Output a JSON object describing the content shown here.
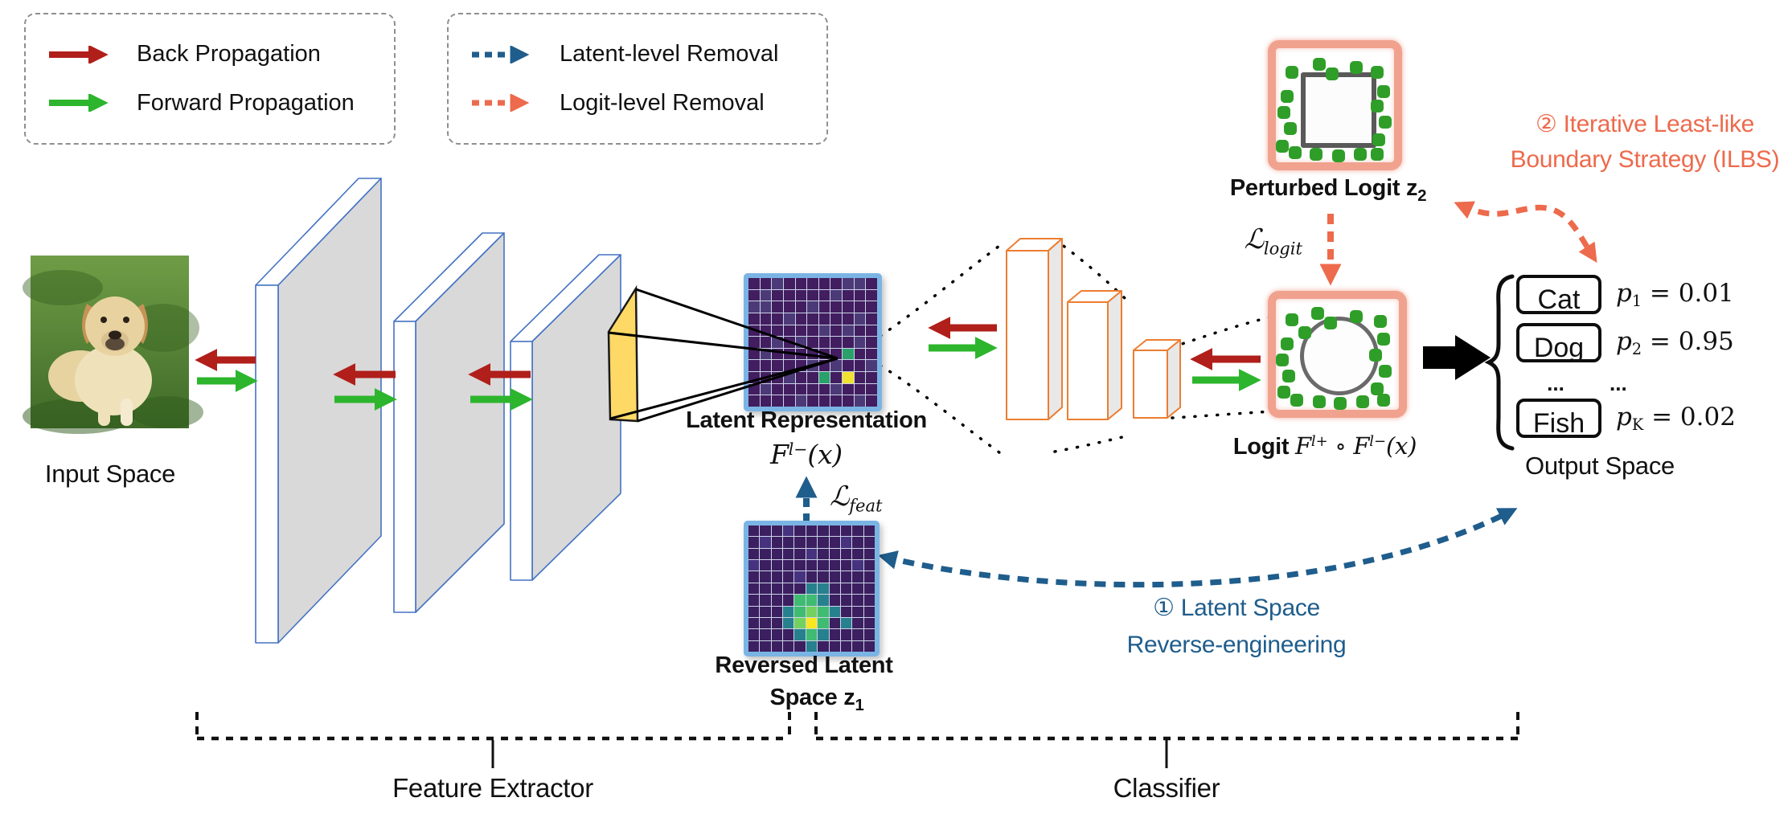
{
  "legend1": {
    "items": [
      {
        "label": "Back Propagation",
        "icon": "red-solid-arrow"
      },
      {
        "label": "Forward Propagation",
        "icon": "green-solid-arrow"
      }
    ]
  },
  "legend2": {
    "items": [
      {
        "label": "Latent-level Removal",
        "icon": "blue-dashed-arrow"
      },
      {
        "label": "Logit-level Removal",
        "icon": "orange-dashed-arrow"
      }
    ]
  },
  "input": {
    "label": "Input Space"
  },
  "latent": {
    "title": "Latent Representation",
    "math": {
      "f": "F",
      "sup": "l−",
      "args": "(x)"
    }
  },
  "loss_feat": {
    "l": "ℒ",
    "sub": "feat"
  },
  "loss_logit": {
    "l": "ℒ",
    "sub": "logit"
  },
  "reversed": {
    "title1": "Reversed Latent",
    "title2_prefix": "Space ",
    "z": "z",
    "zsub": "1"
  },
  "perturbed": {
    "prefix": "Perturbed Logit ",
    "z": "z",
    "zsub": "2"
  },
  "logit_label": {
    "bold": "Logit ",
    "f1": "F",
    "sup1": "l+",
    "circ": " ∘ ",
    "f2": "F",
    "sup2": "l−",
    "args": "(x)"
  },
  "output": {
    "p": "p",
    "classes": [
      {
        "name": "Cat",
        "sub": "1",
        "val": " = 0.01"
      },
      {
        "name": "Dog",
        "sub": "2",
        "val": " = 0.95"
      },
      {
        "name": "Fish",
        "sub": "K",
        "val": " = 0.02"
      }
    ],
    "dots": "...",
    "label": "Output Space"
  },
  "annotation1": {
    "line1": "① Latent Space",
    "line2": "Reverse-engineering"
  },
  "annotation2": {
    "line1": "② Iterative Least-like",
    "line2": "Boundary Strategy (ILBS)"
  },
  "braces": {
    "feature": "Feature Extractor",
    "classifier": "Classifier"
  },
  "colors": {
    "back_prop_red": "#b01f1a",
    "forward_prop_green": "#2db52d",
    "latent_removal_blue": "#1f5d8c",
    "logit_removal_orange": "#ed6a4c",
    "salmon_box_border": "#f0a28e",
    "green_dot": "#2f9e28",
    "bar_orange": "#ed7d31",
    "slab_stroke_blue": "#4472c4",
    "slab_gray": "#d9d9d9",
    "heatmap_border": "#7ab4e4",
    "receptive_field_yellow": "#ffd966"
  },
  "heatmap1": {
    "palette": {
      "0": "#421d60",
      "1": "#4c3a78",
      "2": "#3a5f8f",
      "3": "#2aa06a",
      "4": "#f2e032",
      "5": "#5ec962"
    },
    "rows": [
      "00100000110",
      "01000001000",
      "11000100000",
      "00010000010",
      "00000010100",
      "00101000010",
      "01000000300",
      "00000101001",
      "00010030400",
      "01000001000",
      "00001000010"
    ]
  },
  "heatmap2": {
    "palette": {
      "0": "#3c1f60",
      "1": "#46327e",
      "2": "#27808e",
      "3": "#3fbc71",
      "4": "#f9e721",
      "5": "#74d15f"
    },
    "rows": [
      "00010000000",
      "01000000100",
      "00000100000",
      "10000000010",
      "00001000000",
      "00000220000",
      "00003320000",
      "00023532000",
      "00025430200",
      "00002320000",
      "00000200000"
    ]
  }
}
